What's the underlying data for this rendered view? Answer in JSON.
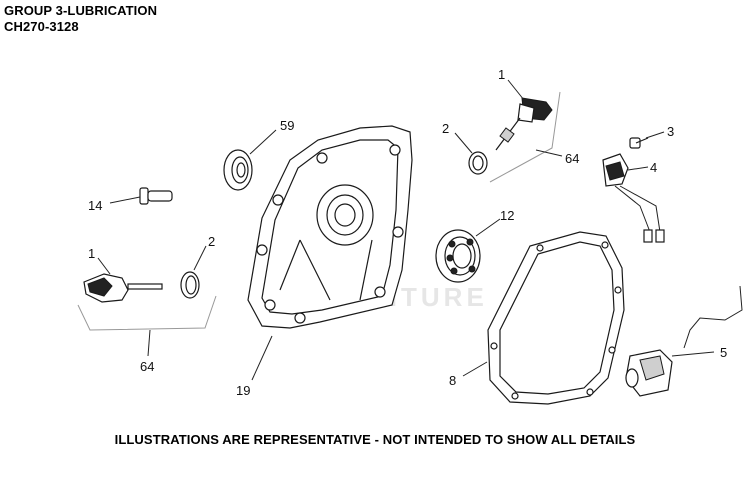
{
  "header": {
    "group_title": "GROUP 3-LUBRICATION",
    "model": "CH270-3128"
  },
  "footer": {
    "note": "ILLUSTRATIONS ARE REPRESENTATIVE - NOT INTENDED TO SHOW ALL DETAILS"
  },
  "watermark": {
    "text": "ADVENTURE"
  },
  "callouts": {
    "dipstick_top": "1",
    "oring_top": "2",
    "bolt": "3",
    "oil_sensor": "4",
    "oil_switch": "5",
    "gasket": "8",
    "bearing": "12",
    "pin": "14",
    "crankcase_cover": "19",
    "oil_seal": "59",
    "kit_top": "64",
    "dipstick_left": "1",
    "oring_left": "2",
    "kit_left": "64"
  }
}
